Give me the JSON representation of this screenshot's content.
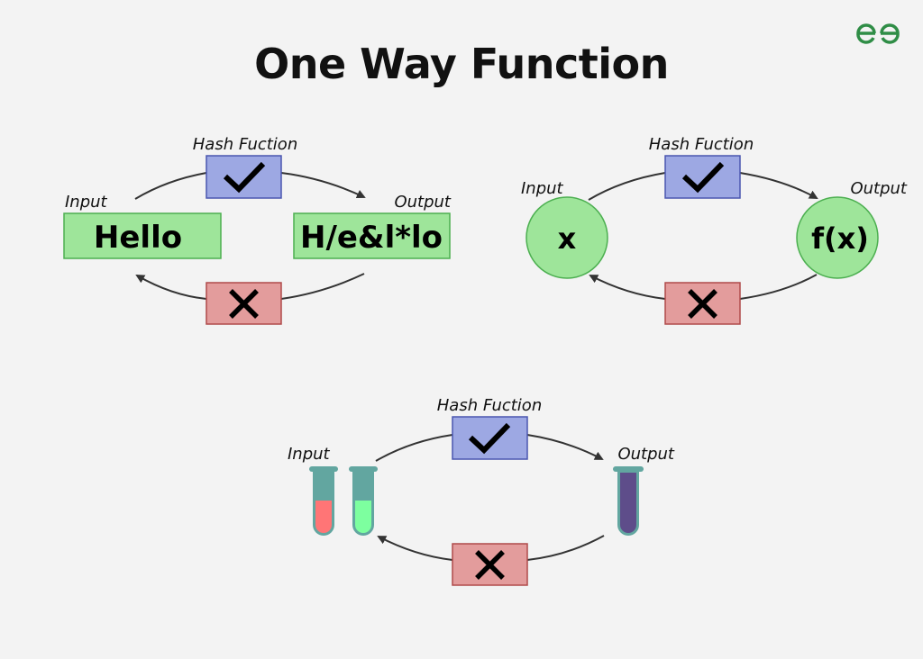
{
  "title": "One Way Function",
  "logo": {
    "name": "geeksforgeeks-logo",
    "color": "#2f8d46"
  },
  "colors": {
    "background": "#f3f3f3",
    "hash_box_fill": "#9da8e3",
    "hash_box_stroke": "#4a56b0",
    "reverse_box_fill": "#e39c9c",
    "reverse_box_stroke": "#b04a4a",
    "node_fill": "#9ee59a",
    "node_stroke": "#4caf50",
    "tube_color": "#62a6a0",
    "tube_red": "#ff7576",
    "tube_green": "#7dff9f",
    "tube_purple": "#5e4d8a",
    "arrow": "#333333"
  },
  "diagrams": [
    {
      "id": "text-example",
      "function_label": "Hash Fuction",
      "input_label": "Input",
      "output_label": "Output",
      "input_value": "Hello",
      "output_value": "H/e&l*lo",
      "forward_icon": "check-icon",
      "reverse_icon": "cross-icon"
    },
    {
      "id": "math-example",
      "function_label": "Hash Fuction",
      "input_label": "Input",
      "output_label": "Output",
      "input_value": "x",
      "output_value": "f(x)",
      "forward_icon": "check-icon",
      "reverse_icon": "cross-icon"
    },
    {
      "id": "chemistry-example",
      "function_label": "Hash Fuction",
      "input_label": "Input",
      "output_label": "Output",
      "input_tubes": [
        "red",
        "green"
      ],
      "output_tubes": [
        "purple"
      ],
      "forward_icon": "check-icon",
      "reverse_icon": "cross-icon"
    }
  ]
}
